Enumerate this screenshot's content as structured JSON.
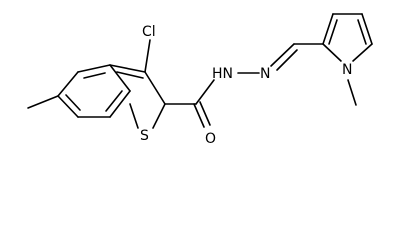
{
  "molecule": {
    "atoms": {
      "cl": "Cl",
      "s": "S",
      "o": "O",
      "hn": "HN",
      "n_hydrazone": "N",
      "n_pyrrole": "N"
    }
  }
}
